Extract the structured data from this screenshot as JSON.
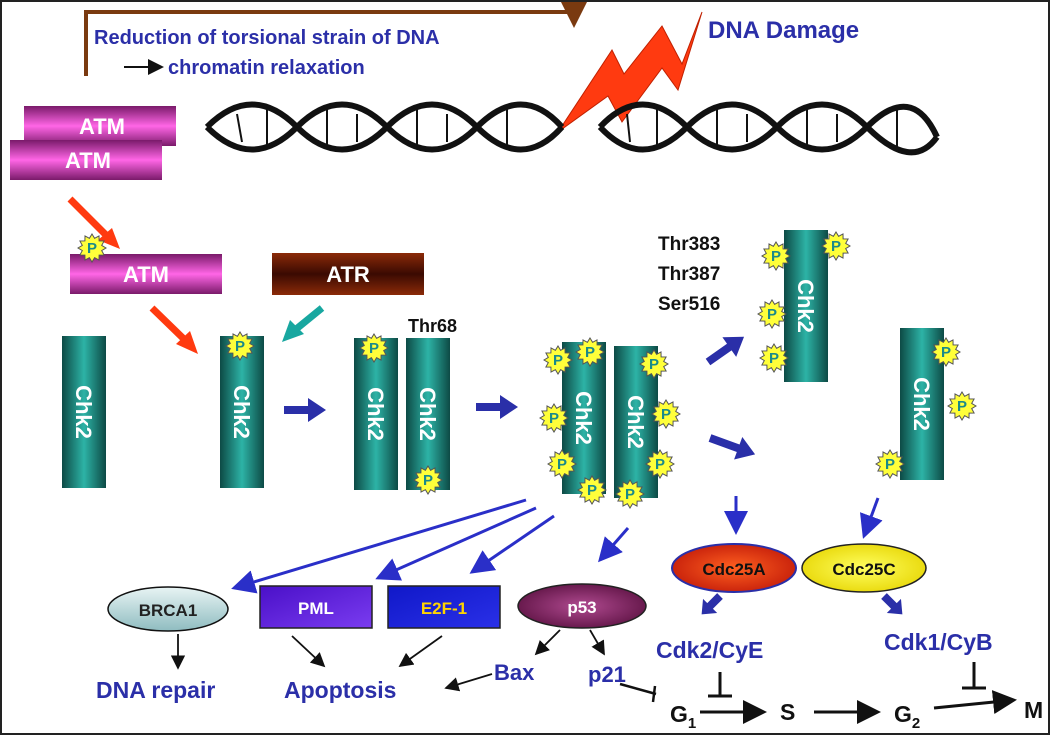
{
  "top": {
    "feedback_line1": "Reduction of torsional strain of DNA",
    "feedback_line2": "chromatin relaxation",
    "damage_label": "DNA Damage"
  },
  "kinases": {
    "atm_top": "ATM",
    "atm_bottom": "ATM",
    "atm_active": "ATM",
    "atr": "ATR"
  },
  "chk2": {
    "label": "Chk2",
    "thr68": "Thr68",
    "site1": "Thr383",
    "site2": "Thr387",
    "site3": "Ser516",
    "phospho": "P"
  },
  "effectors": {
    "brca1": "BRCA1",
    "pml": "PML",
    "e2f1": "E2F-1",
    "p53": "p53",
    "cdc25a": "Cdc25A",
    "cdc25c": "Cdc25C"
  },
  "outcomes": {
    "dna_repair": "DNA repair",
    "apoptosis": "Apoptosis",
    "bax": "Bax",
    "p21": "p21",
    "cdk2": "Cdk2/CyE",
    "cdk1": "Cdk1/CyB"
  },
  "cell_cycle": {
    "g1": "G",
    "g1_sub": "1",
    "s": "S",
    "g2": "G",
    "g2_sub": "2",
    "m": "M"
  }
}
